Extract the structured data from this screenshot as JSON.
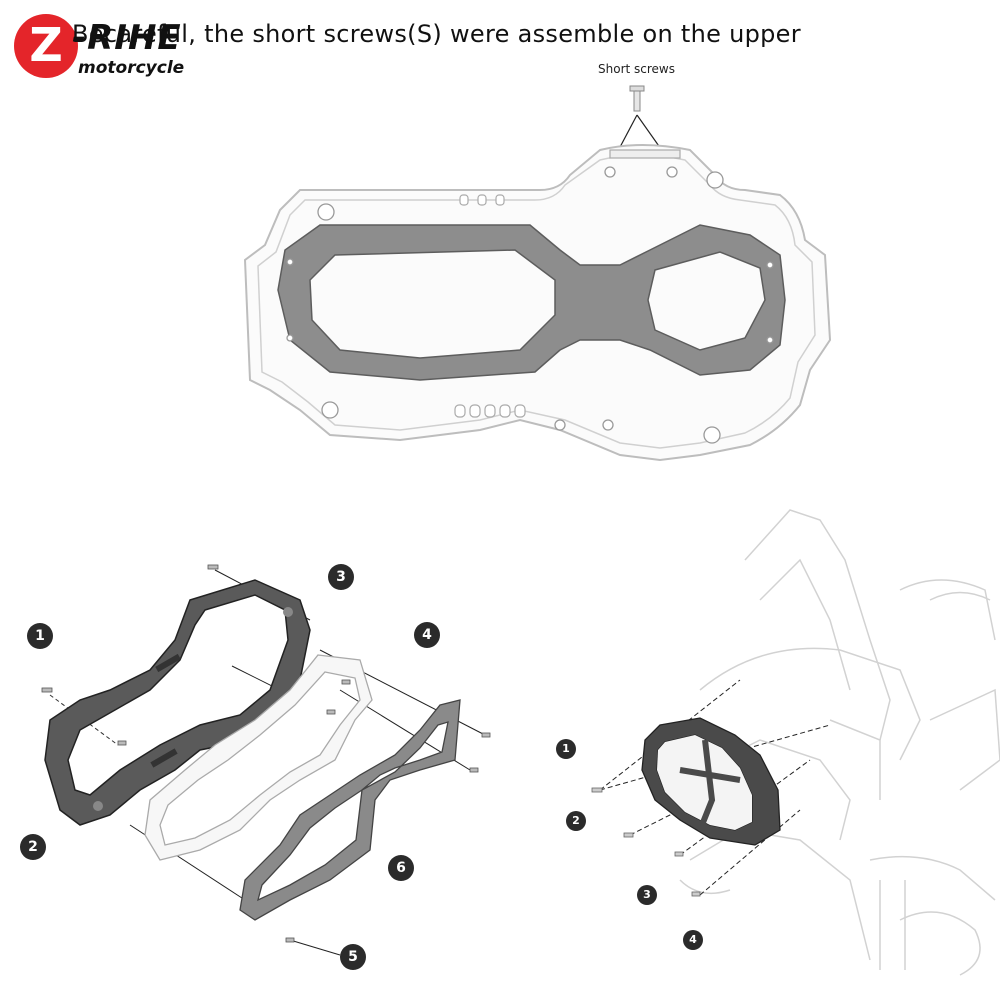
{
  "brand": {
    "logo_letter": "Z",
    "name": "-RIHE",
    "tagline": "motorcycle",
    "accent_color": "#e4252a"
  },
  "headline": "Becareful, the short screws(S) were assemble on the upper",
  "short_screws_label": "Short screws",
  "exploded_callouts": [
    "1",
    "2",
    "3",
    "4",
    "5",
    "6"
  ],
  "mounted_callouts": [
    "1",
    "2",
    "3",
    "4"
  ]
}
